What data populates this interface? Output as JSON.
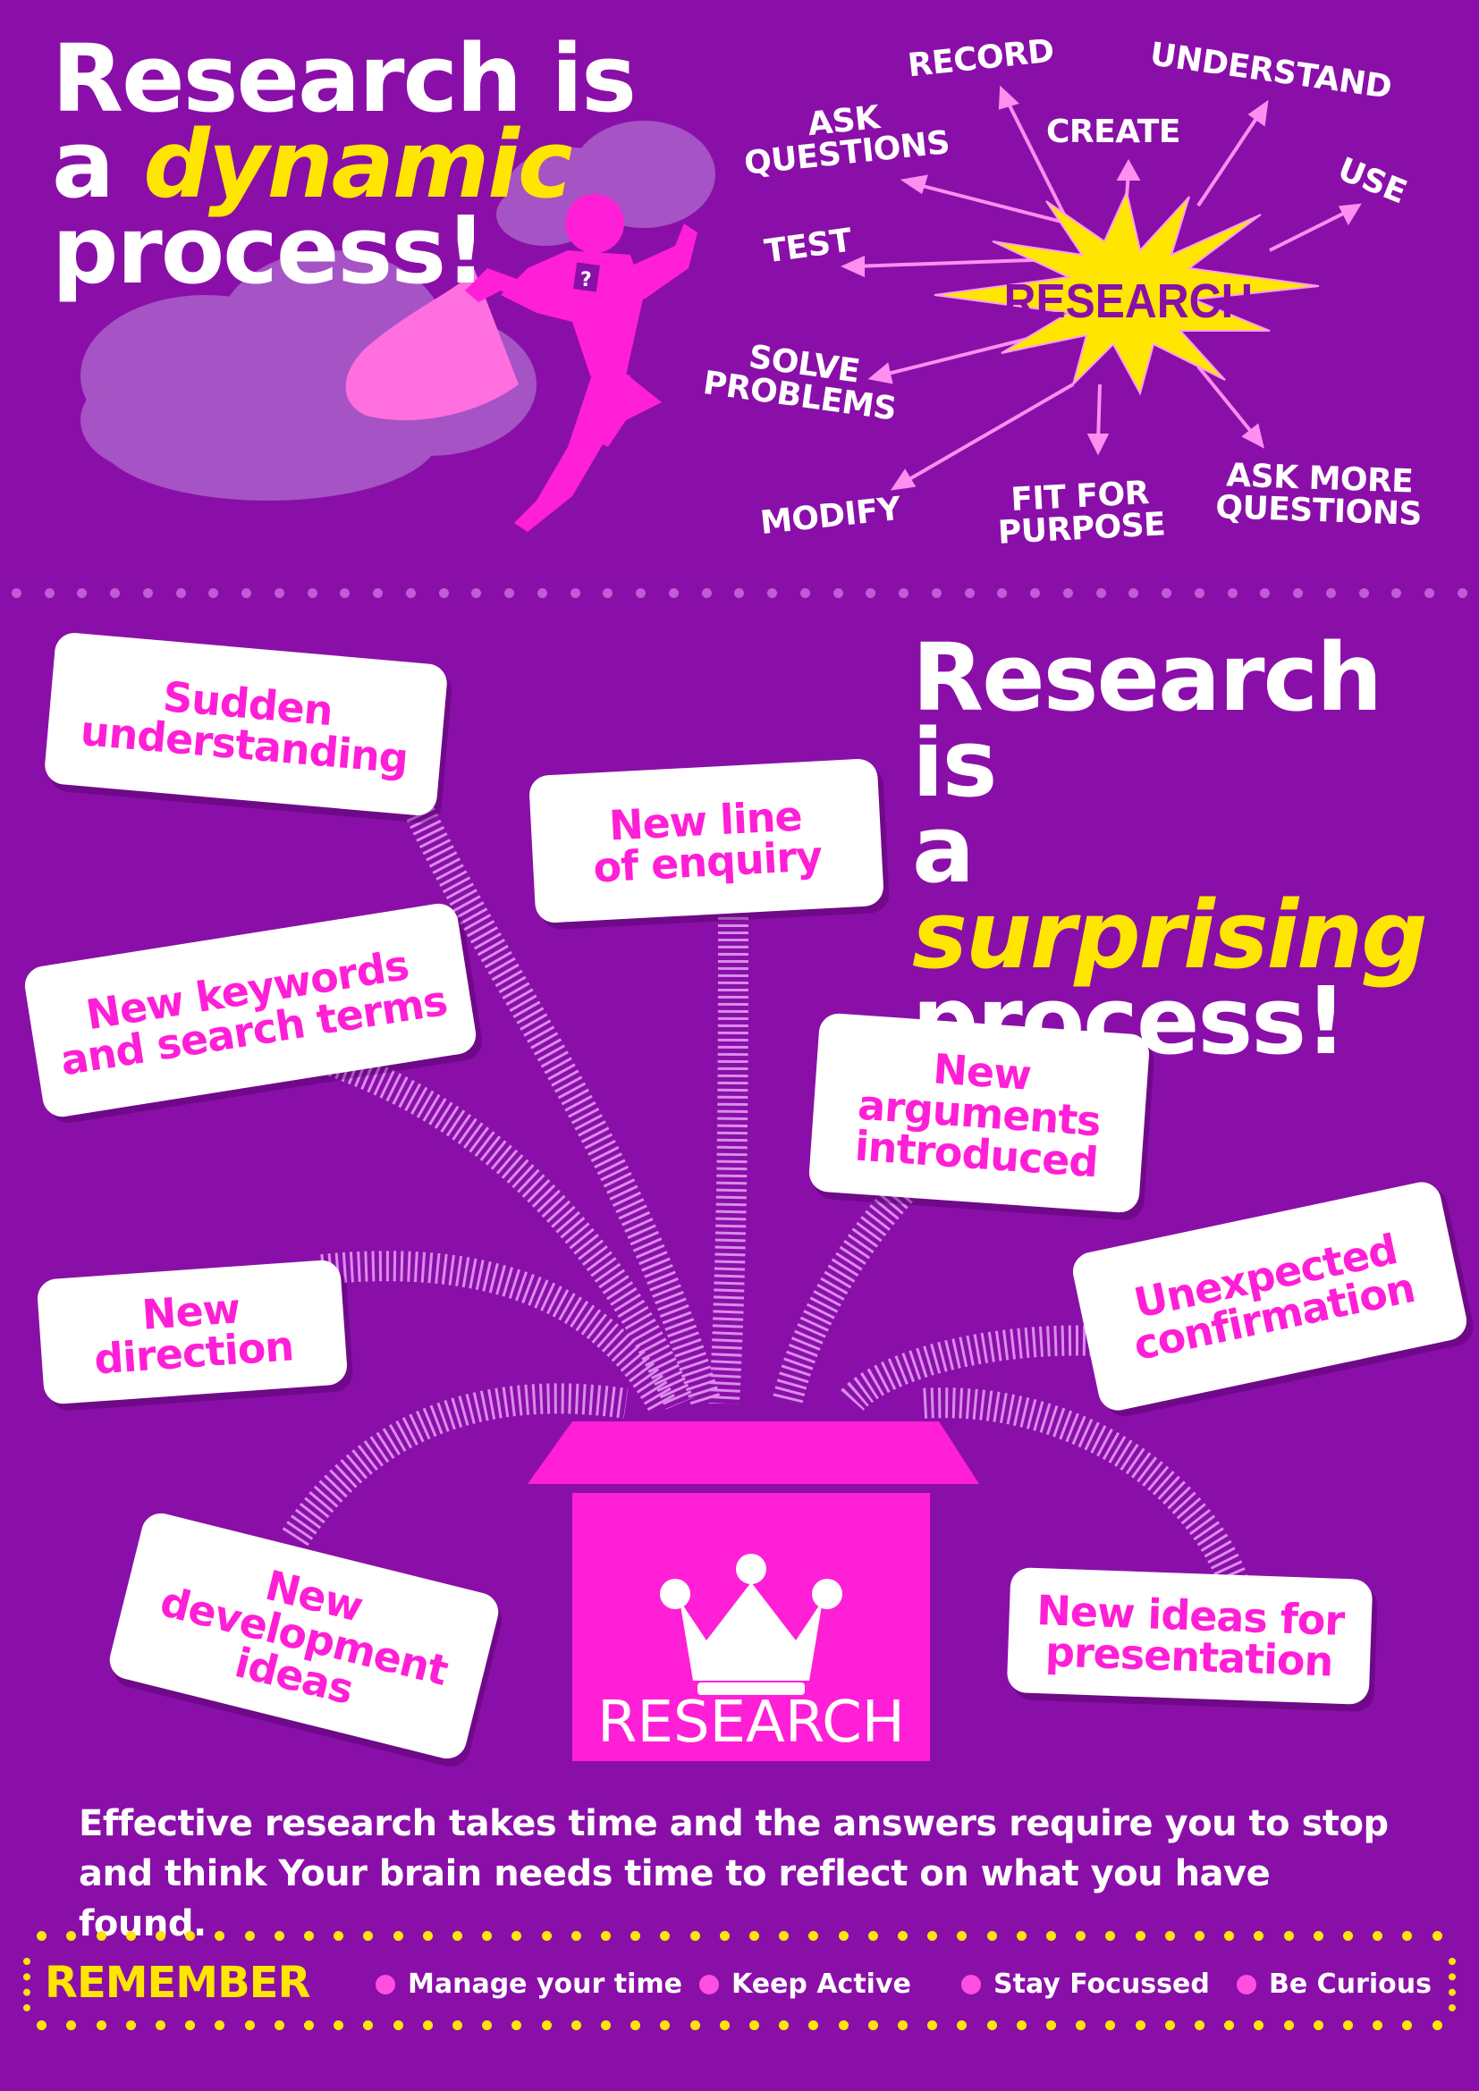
{
  "colors": {
    "background": "#8a0fa8",
    "accent_yellow": "#ffe600",
    "accent_magenta": "#ff1fd6",
    "card": "#ffffff",
    "dots_divider": "#c15bd6"
  },
  "top": {
    "headline_line1": "Research is",
    "headline_a": "a",
    "headline_highlight": "dynamic",
    "headline_line3": "process!",
    "hero_icon": "running-superhero-icon",
    "hero_chest_mark": "?",
    "burst_label": "RESEARCH",
    "terms": [
      {
        "id": "record",
        "text": "RECORD"
      },
      {
        "id": "understand",
        "text": "UNDERSTAND"
      },
      {
        "id": "ask-questions",
        "text": "ASK\nQUESTIONS"
      },
      {
        "id": "create",
        "text": "CREATE"
      },
      {
        "id": "use",
        "text": "USE"
      },
      {
        "id": "test",
        "text": "TEST"
      },
      {
        "id": "solve-problems",
        "text": "SOLVE\nPROBLEMS"
      },
      {
        "id": "modify",
        "text": "MODIFY"
      },
      {
        "id": "fit-for-purpose",
        "text": "FIT FOR\nPURPOSE"
      },
      {
        "id": "ask-more-questions",
        "text": "ASK MORE\nQUESTIONS"
      }
    ]
  },
  "middle": {
    "headline_line1": "Research is",
    "headline_a": "a",
    "headline_highlight": "surprising",
    "headline_line3": "process!",
    "box_label": "RESEARCH",
    "box_icon": "jester-crown-icon",
    "cards": [
      {
        "id": "sudden-understanding",
        "text": "Sudden\nunderstanding"
      },
      {
        "id": "new-line-of-enquiry",
        "text": "New line\nof enquiry"
      },
      {
        "id": "new-keywords",
        "text": "New keywords\nand search terms"
      },
      {
        "id": "new-arguments",
        "text": "New\narguments\nintroduced"
      },
      {
        "id": "new-direction",
        "text": "New\ndirection"
      },
      {
        "id": "unexpected-confirmation",
        "text": "Unexpected\nconfirmation"
      },
      {
        "id": "new-development-ideas",
        "text": "New\ndevelopment\nideas"
      },
      {
        "id": "new-ideas-presentation",
        "text": "New ideas for\npresentation"
      }
    ]
  },
  "footer": {
    "body": "Effective research takes time and the answers require you to stop and think Your brain needs time to reflect on what you have found.",
    "remember_label": "REMEMBER",
    "tips": [
      "Manage your time",
      "Keep Active",
      "Stay Focussed",
      "Be Curious"
    ]
  }
}
